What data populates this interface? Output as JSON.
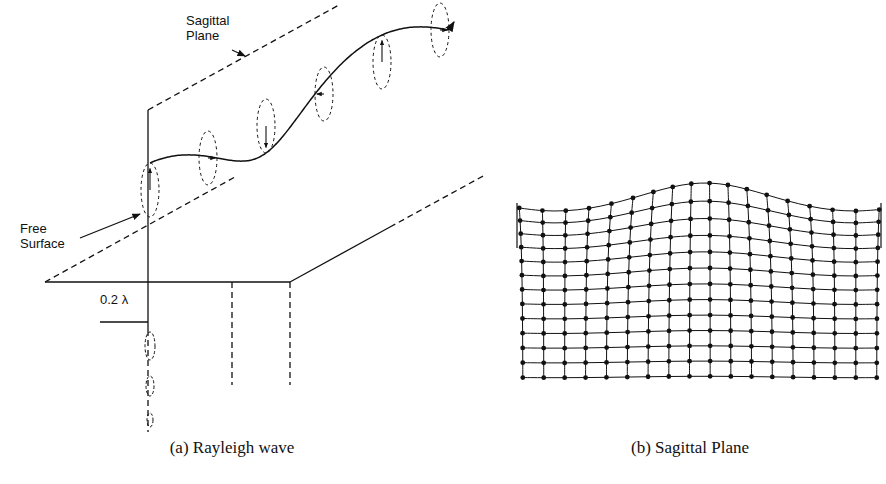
{
  "diagram": {
    "labels": [
      "Sagittal Plane",
      "Free Surface",
      "0.2 λ",
      "(a) Rayleigh wave",
      "(b) Sagittal Plane"
    ]
  }
}
